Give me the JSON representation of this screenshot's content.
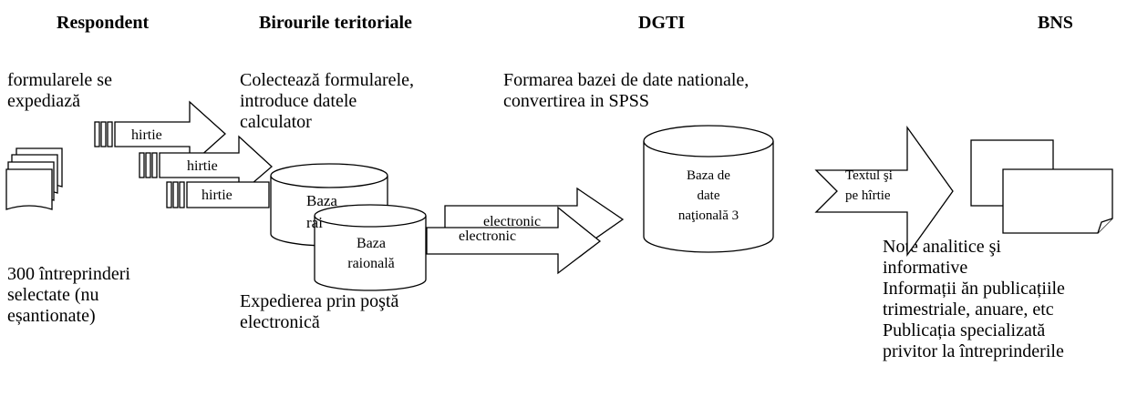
{
  "headers": {
    "respondent": "Respondent",
    "birouri": "Birourile teritoriale",
    "dgti": "DGTI",
    "bns": "BNS"
  },
  "respondent": {
    "top_text": "formularele se\nexpediază",
    "bottom_text": "300 întreprinderi\nselectate (nu\neșantionate)"
  },
  "birouri": {
    "top_text": "Colectează formularele,\nintroduce datele\ncalculator",
    "bottom_text": "Expedierea prin poştă\nelectronică",
    "db_back_label": "Baza\nrai",
    "db_front_label": "Baza\nraională"
  },
  "dgti": {
    "top_text": "Formarea bazei de date nationale,\nconvertirea in SPSS",
    "db_label": "Baza de\ndate\nnaţională 3"
  },
  "bns": {
    "bottom_text": "Note analitice şi\ninformative\nInformații ăn publicațiile\ntrimestriale, anuare, etc\nPublicația specializată\nprivitor la întreprinderile"
  },
  "arrows": {
    "paper_1": "hirtie",
    "paper_2": "hirtie",
    "paper_3": "hirtie",
    "electronic_1": "electronic",
    "electronic_2": "electronic",
    "dgti_to_bns": "Textul şi\npe hîrtie"
  }
}
